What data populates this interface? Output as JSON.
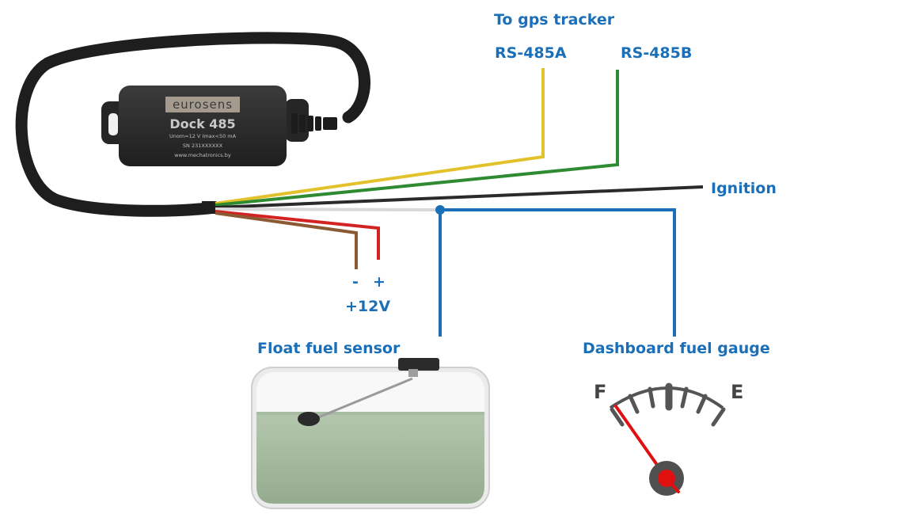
{
  "labels": {
    "to_tracker": "To gps tracker",
    "rs485a": "RS-485A",
    "rs485b": "RS-485B",
    "ignition": "Ignition",
    "minus": "-",
    "plus": "+",
    "voltage": "+12V",
    "float_sensor": "Float fuel sensor",
    "dashboard_gauge": "Dashboard fuel gauge"
  },
  "device": {
    "brand": "eurosens",
    "model": "Dock 485",
    "specs": "Unom=12 V  Imax<50 mA",
    "serial": "SN 231XXXXXX",
    "website": "www.mechatronics.by"
  },
  "gauge": {
    "full_letter": "F",
    "empty_letter": "E"
  },
  "colors": {
    "label_blue": "#1a6fb8",
    "wire_yellow": "#e2c12a",
    "wire_green": "#2e8b32",
    "wire_black": "#2a2a2a",
    "wire_white": "#d8d8d8",
    "wire_blue": "#1a6fb8",
    "wire_red": "#d32222",
    "wire_brown": "#8b5a32",
    "needle_red": "#e01010"
  }
}
